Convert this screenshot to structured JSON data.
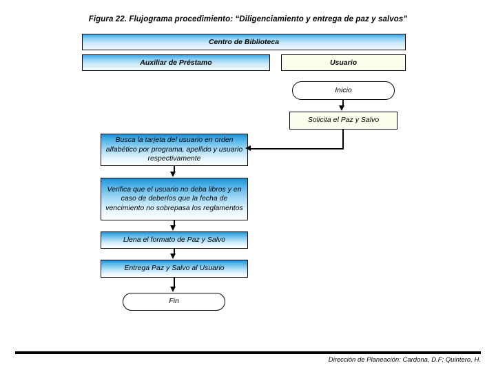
{
  "figure": {
    "title": "Figura 22. Flujograma procedimiento: “Diligenciamiento y entrega de paz y salvos”"
  },
  "lanes": [
    {
      "id": "centro",
      "label": "Centro de Biblioteca",
      "fill": "#8fd2f4"
    },
    {
      "id": "auxiliar",
      "label": "Auxiliar de Préstamo",
      "fill": "#8fd2f4"
    },
    {
      "id": "usuario",
      "label": "Usuario",
      "fill": "#fdfdee"
    }
  ],
  "flowchart": {
    "nodes": [
      {
        "id": "inicio",
        "lane": "usuario",
        "shape": "terminator",
        "label": "Inicio",
        "fill": "#ffffff"
      },
      {
        "id": "solicita",
        "lane": "usuario",
        "shape": "process",
        "label": "Solicita el Paz y Salvo",
        "fill": "#fdfdee"
      },
      {
        "id": "busca",
        "lane": "auxiliar",
        "shape": "process",
        "label": "Busca la tarjeta del usuario en orden alfabético por programa, apellido y usuario respectivamente",
        "fill": "#4fb3e8"
      },
      {
        "id": "verifica",
        "lane": "auxiliar",
        "shape": "process",
        "label": "Verifica que el usuario no deba libros  y en caso de deberlos que la fecha  de vencimiento no sobrepasa los reglamentos",
        "fill": "#4fb3e8"
      },
      {
        "id": "llena",
        "lane": "auxiliar",
        "shape": "process",
        "label": "Llena el formato de Paz y Salvo",
        "fill": "#4fb3e8"
      },
      {
        "id": "entrega",
        "lane": "auxiliar",
        "shape": "process",
        "label": "Entrega Paz y Salvo al Usuario",
        "fill": "#4fb3e8"
      },
      {
        "id": "fin",
        "lane": "auxiliar",
        "shape": "terminator",
        "label": "Fin",
        "fill": "#ffffff"
      }
    ],
    "edges": [
      {
        "from": "inicio",
        "to": "solicita",
        "arrow": "down"
      },
      {
        "from": "solicita",
        "to": "busca",
        "arrow": "left"
      },
      {
        "from": "busca",
        "to": "verifica",
        "arrow": "down"
      },
      {
        "from": "verifica",
        "to": "llena",
        "arrow": "down"
      },
      {
        "from": "llena",
        "to": "entrega",
        "arrow": "down"
      },
      {
        "from": "entrega",
        "to": "fin",
        "arrow": "down"
      }
    ]
  },
  "footer": {
    "credit": "Dirección de Planeación: Cardona, D.F; Quintero, H."
  }
}
